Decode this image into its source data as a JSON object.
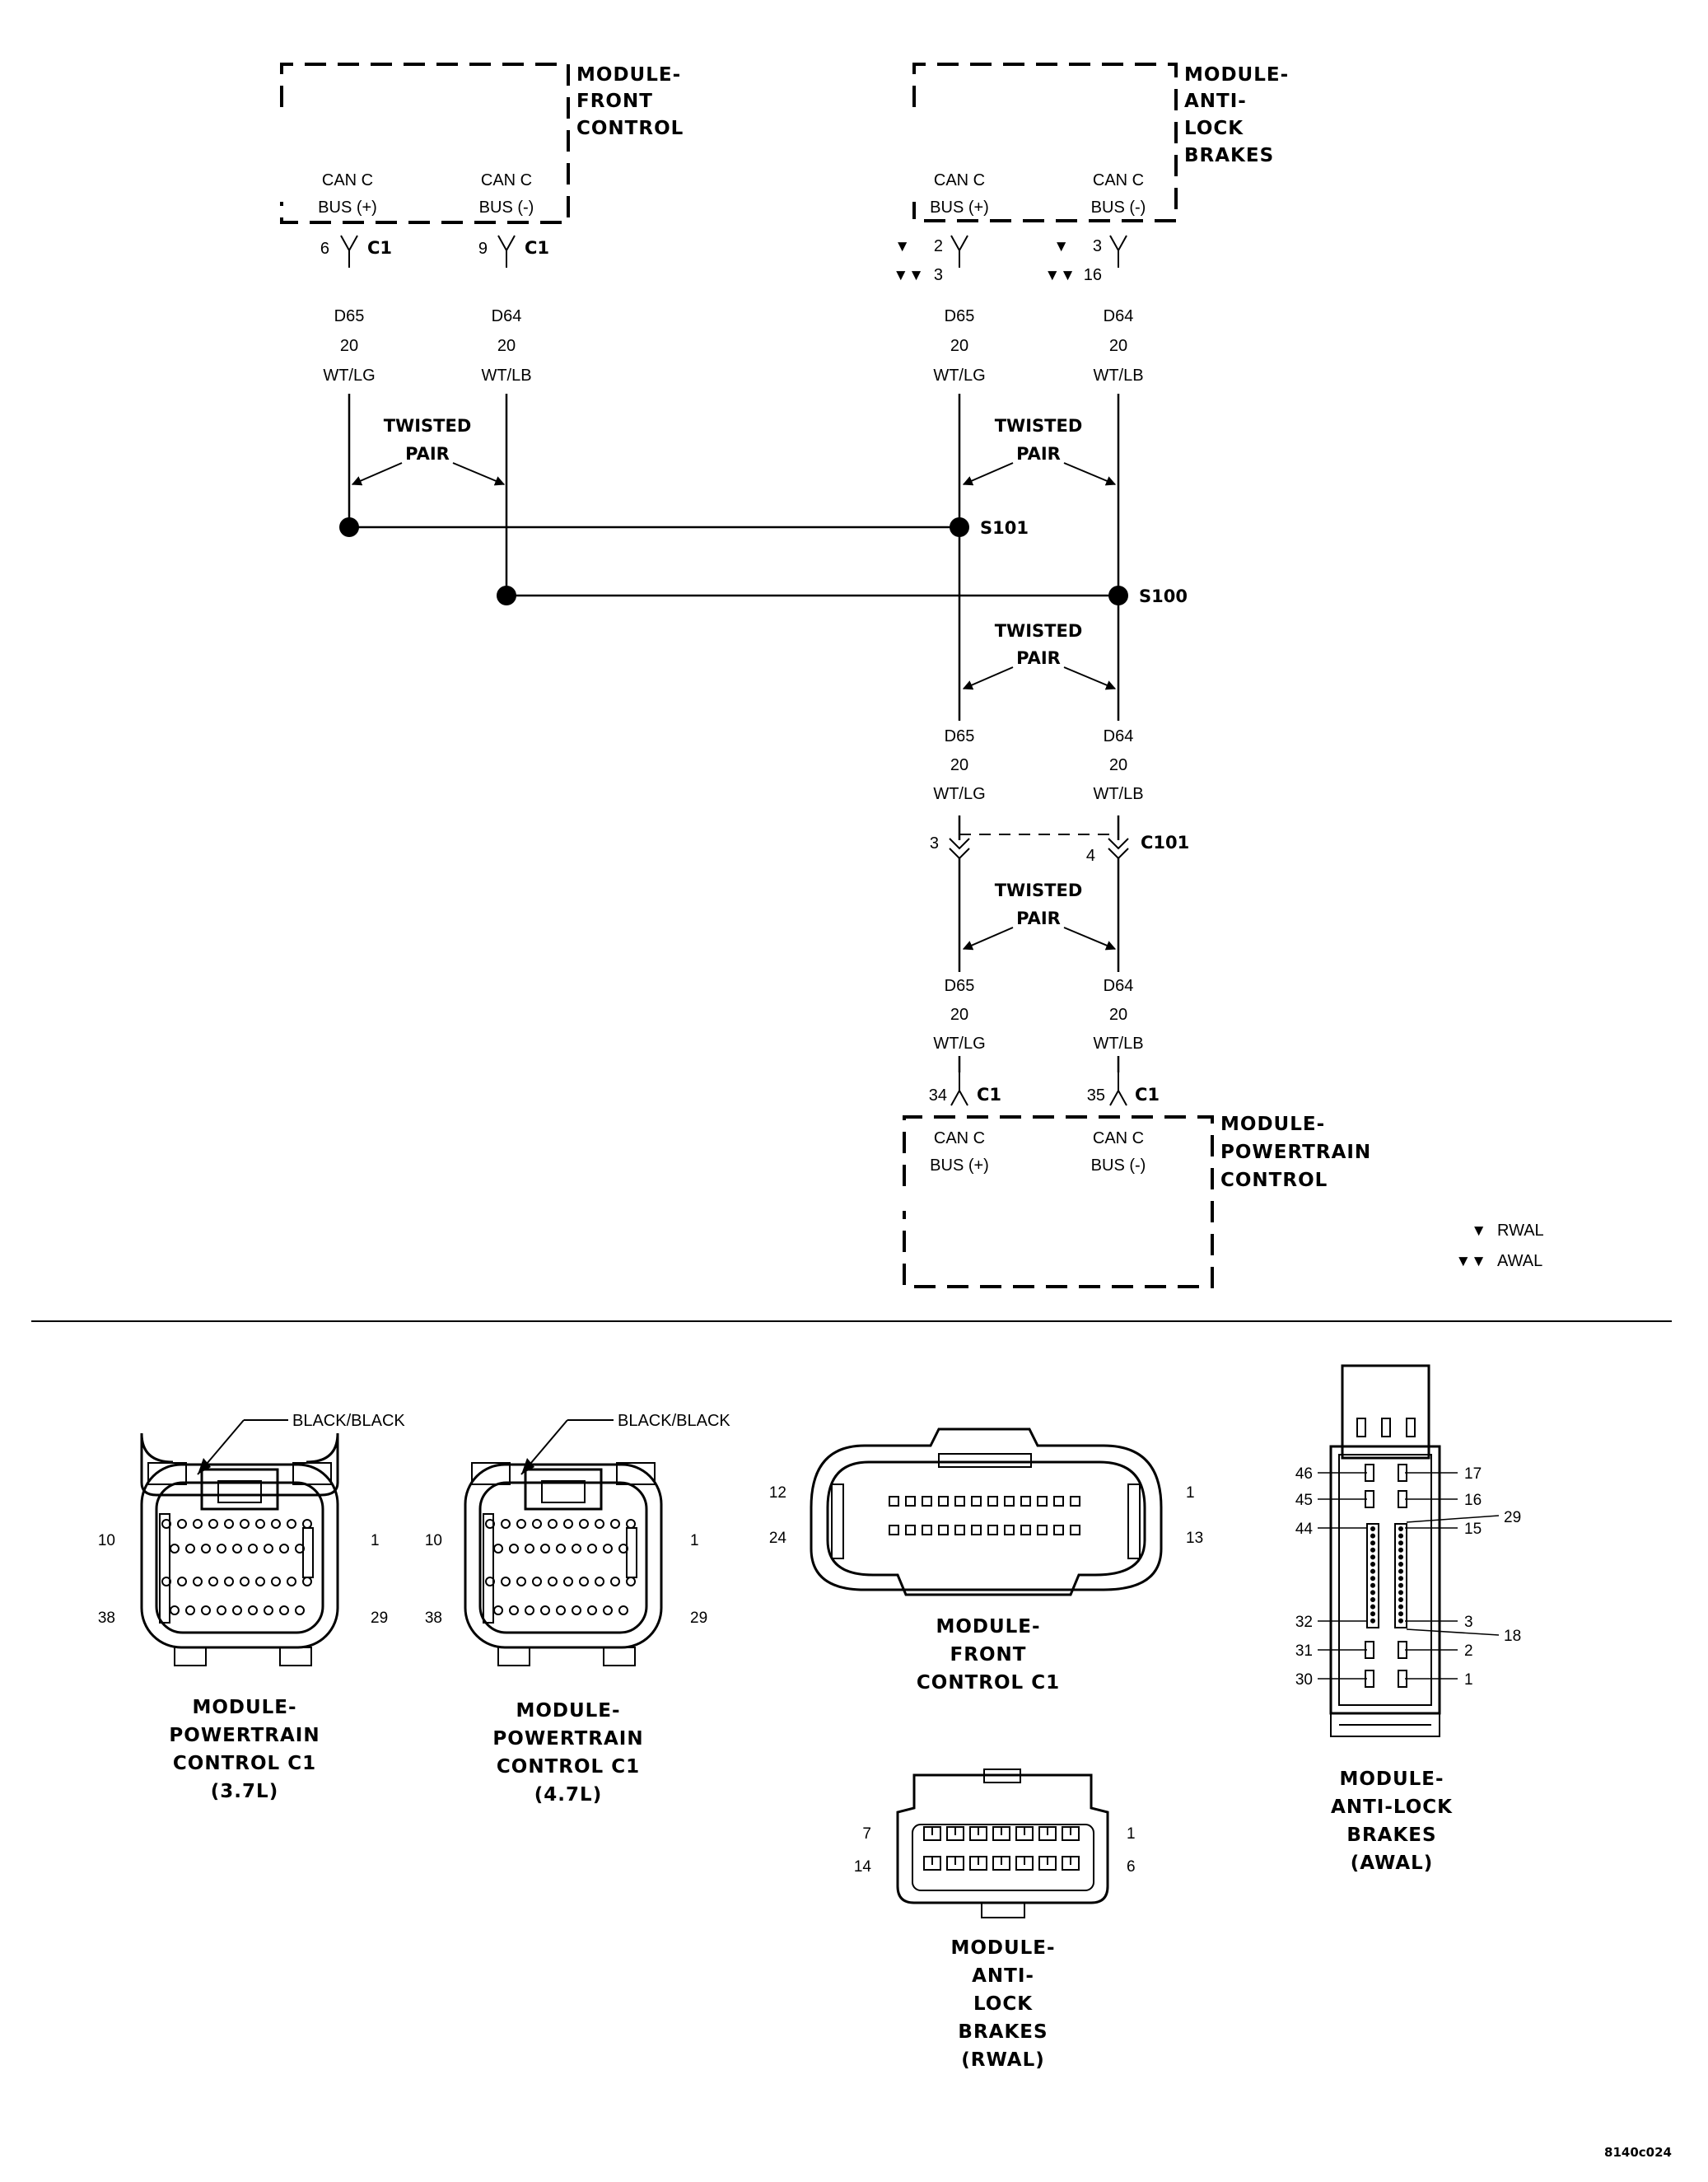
{
  "modules": {
    "front_control": [
      "MODULE-",
      "FRONT",
      "CONTROL"
    ],
    "abs": [
      "MODULE-",
      "ANTI-",
      "LOCK",
      "BRAKES"
    ],
    "pcm": [
      "MODULE-",
      "POWERTRAIN",
      "CONTROL"
    ]
  },
  "bus": {
    "can_c": "CAN C",
    "bus_plus": "BUS (+)",
    "bus_minus": "BUS (-)"
  },
  "pins": {
    "fcm_plus": "6",
    "fcm_minus": "9",
    "connector_c1": "C1",
    "abs_plus_rwal": "2",
    "abs_plus_awal": "3",
    "abs_minus_rwal": "3",
    "abs_minus_awal": "16",
    "c101_plus": "3",
    "c101_minus": "4",
    "pcm_plus": "34",
    "pcm_minus": "35"
  },
  "wires": {
    "plus": [
      "D65",
      "20",
      "WT/LG"
    ],
    "minus": [
      "D64",
      "20",
      "WT/LB"
    ]
  },
  "twisted_pair": [
    "TWISTED",
    "PAIR"
  ],
  "splices": {
    "s101": "S101",
    "s100": "S100"
  },
  "inline_connector": "C101",
  "legend": {
    "single": {
      "marker": "▼",
      "label": "RWAL"
    },
    "double": {
      "marker": "▼▼",
      "label": "AWAL"
    }
  },
  "connectors": {
    "pcm37": {
      "callout": "BLACK/BLACK",
      "pins": [
        "10",
        "1",
        "38",
        "29"
      ],
      "caption": [
        "MODULE-",
        "POWERTRAIN",
        "CONTROL C1",
        "(3.7L)"
      ]
    },
    "pcm47": {
      "callout": "BLACK/BLACK",
      "pins": [
        "10",
        "1",
        "38",
        "29"
      ],
      "caption": [
        "MODULE-",
        "POWERTRAIN",
        "CONTROL C1",
        "(4.7L)"
      ]
    },
    "fcm": {
      "pins": [
        "12",
        "1",
        "24",
        "13"
      ],
      "caption": [
        "MODULE-",
        "FRONT",
        "CONTROL C1"
      ]
    },
    "abs_rwal": {
      "pins": [
        "7",
        "1",
        "14",
        "6"
      ],
      "caption": [
        "MODULE-",
        "ANTI-",
        "LOCK",
        "BRAKES",
        "(RWAL)"
      ]
    },
    "abs_awal": {
      "pins_left": [
        "46",
        "45",
        "44",
        "32",
        "31",
        "30"
      ],
      "pins_right": [
        "17",
        "16",
        "15",
        "3",
        "2",
        "1"
      ],
      "pins_far": [
        "29",
        "18"
      ],
      "caption": [
        "MODULE-",
        "ANTI-LOCK",
        "BRAKES",
        "(AWAL)"
      ]
    }
  },
  "figure_id": "8140c024"
}
